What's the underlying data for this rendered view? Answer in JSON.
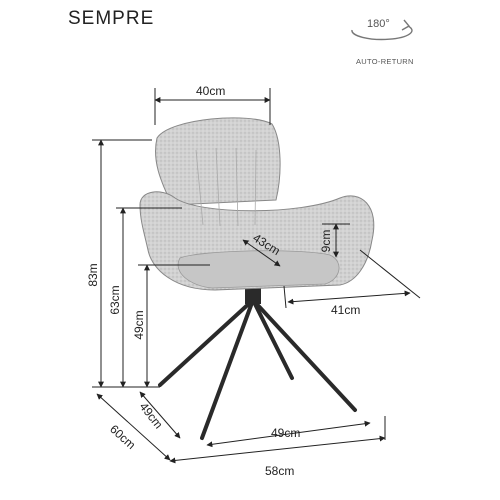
{
  "product": {
    "name": "SEMPRE"
  },
  "rotation": {
    "degrees": "180°",
    "label": "AUTO-RETURN"
  },
  "dimensions": {
    "seat_width_top": "40cm",
    "total_height": "83m",
    "armrest_height": "63cm",
    "seat_height": "49cm",
    "seat_depth_diag": "43cm",
    "armrest_rise": "9cm",
    "seat_width": "41cm",
    "base_depth_inner": "49cm",
    "base_depth": "60cm",
    "base_width_inner": "49cm",
    "base_width": "58cm"
  }
}
